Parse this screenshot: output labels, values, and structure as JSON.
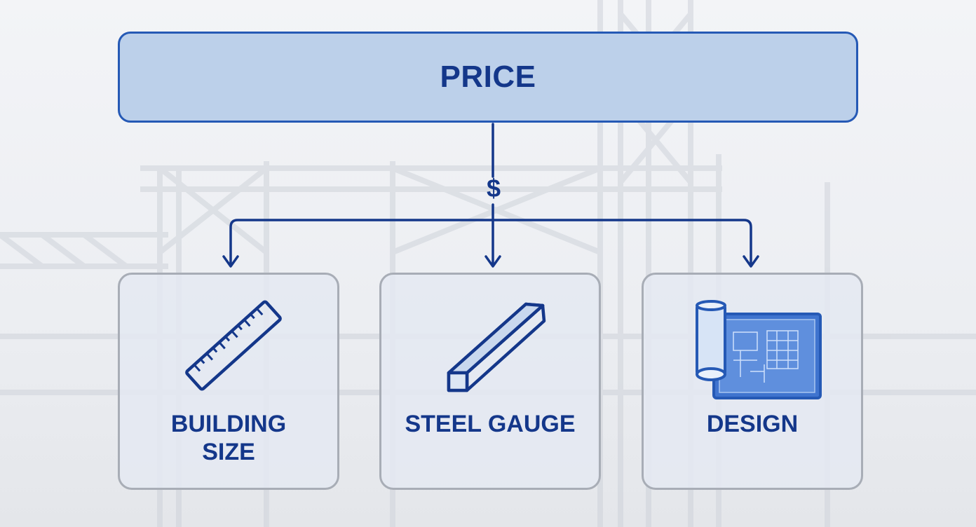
{
  "diagram": {
    "root": {
      "label": "PRICE"
    },
    "connector_symbol": "$",
    "factors": [
      {
        "label_line1": "BUILDING",
        "label_line2": "SIZE",
        "icon": "ruler-icon"
      },
      {
        "label": "STEEL GAUGE",
        "icon": "steel-beam-icon"
      },
      {
        "label": "DESIGN",
        "icon": "blueprint-icon"
      }
    ]
  },
  "colors": {
    "primary": "#14378a",
    "stroke": "#2559b5",
    "root_fill": "#bcd0ea",
    "card_border": "#a8adb6"
  }
}
